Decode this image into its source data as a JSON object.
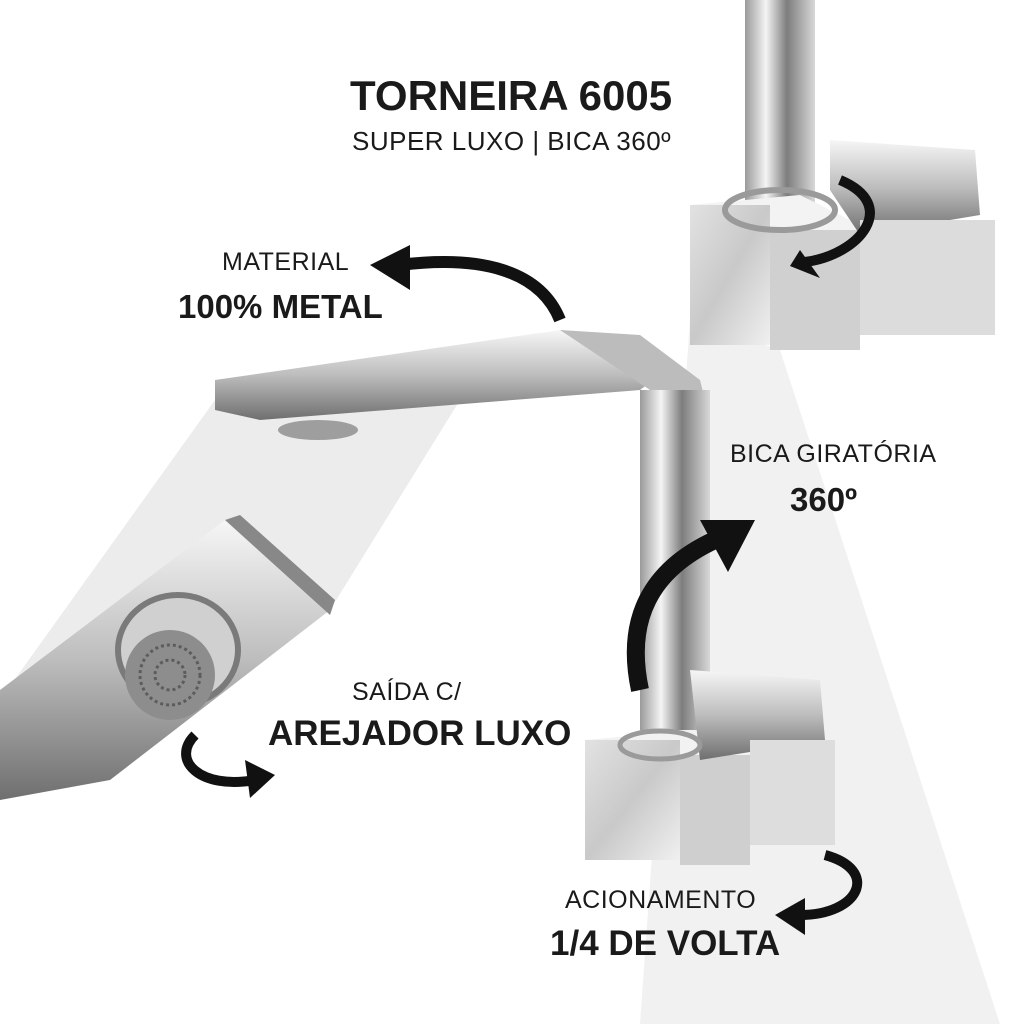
{
  "header": {
    "title": "TORNEIRA 6005",
    "subtitle": "SUPER LUXO | BICA 360º"
  },
  "features": {
    "material": {
      "label": "MATERIAL",
      "value": "100% METAL"
    },
    "spout": {
      "label": "BICA GIRATÓRIA",
      "value": "360º"
    },
    "aerator": {
      "label": "SAÍDA C/",
      "value": "AREJADOR LUXO"
    },
    "handle": {
      "label": "ACIONAMENTO",
      "value": "1/4 DE VOLTA"
    }
  },
  "colors": {
    "text": "#1a1a1a",
    "arrow": "#111111",
    "chrome_light": "#eeeeee",
    "chrome_dark": "#6a6a6a",
    "shadow": "#e6e6e6"
  }
}
